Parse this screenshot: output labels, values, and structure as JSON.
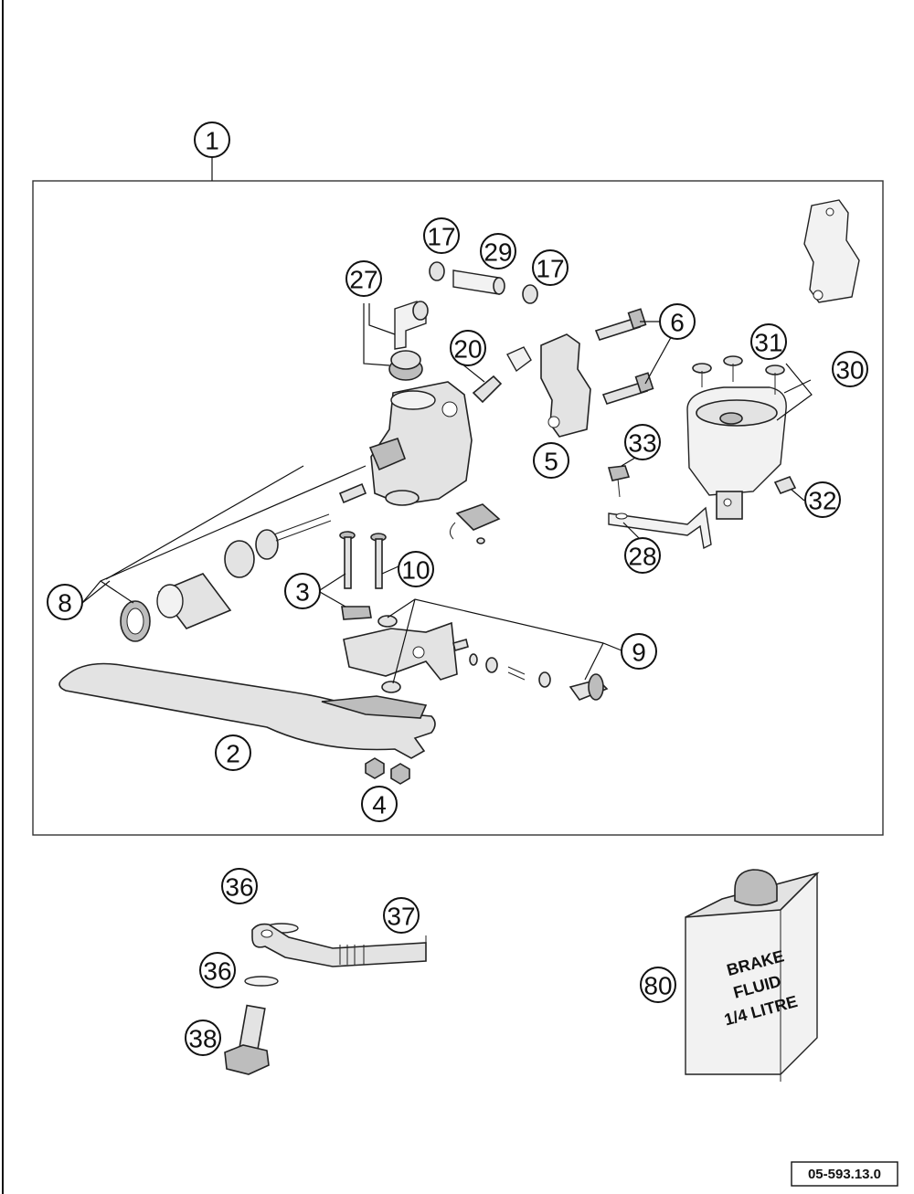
{
  "callouts": [
    {
      "id": "c1",
      "label": "1"
    },
    {
      "id": "c2",
      "label": "2"
    },
    {
      "id": "c3",
      "label": "3"
    },
    {
      "id": "c4",
      "label": "4"
    },
    {
      "id": "c5",
      "label": "5"
    },
    {
      "id": "c6",
      "label": "6"
    },
    {
      "id": "c8",
      "label": "8"
    },
    {
      "id": "c9",
      "label": "9"
    },
    {
      "id": "c10",
      "label": "10"
    },
    {
      "id": "c17a",
      "label": "17"
    },
    {
      "id": "c17b",
      "label": "17"
    },
    {
      "id": "c20",
      "label": "20"
    },
    {
      "id": "c27",
      "label": "27"
    },
    {
      "id": "c28",
      "label": "28"
    },
    {
      "id": "c29",
      "label": "29"
    },
    {
      "id": "c30",
      "label": "30"
    },
    {
      "id": "c31",
      "label": "31"
    },
    {
      "id": "c32",
      "label": "32"
    },
    {
      "id": "c33",
      "label": "33"
    },
    {
      "id": "c36a",
      "label": "36"
    },
    {
      "id": "c36b",
      "label": "36"
    },
    {
      "id": "c37",
      "label": "37"
    },
    {
      "id": "c38",
      "label": "38"
    },
    {
      "id": "c80",
      "label": "80"
    }
  ],
  "brake_fluid_can": {
    "line1": "BRAKE",
    "line2": "FLUID",
    "line3": "1/4 LITRE"
  },
  "reference_number": "05-593.13.0"
}
